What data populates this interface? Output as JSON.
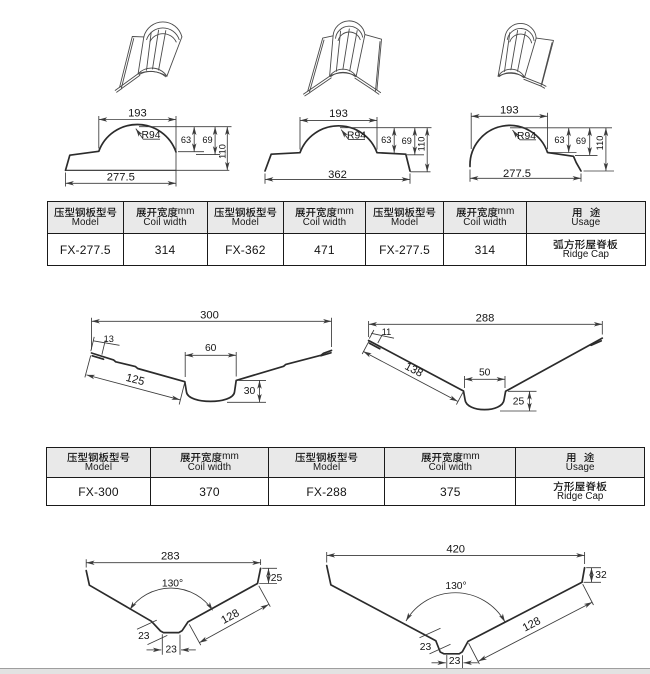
{
  "page": {
    "background": "#ffffff",
    "line_color": "#2b2b2b",
    "header_bg": "#e9e9e9",
    "band_color": "#e2e2e2"
  },
  "units": {
    "mm": "mm"
  },
  "figures": {
    "sketch1": "arc-ridge-cap-with-left-wing",
    "sketch2": "arc-ridge-cap-with-two-wings",
    "sketch3": "arc-ridge-cap-with-right-wing"
  },
  "profiles": {
    "arc_left_wing": {
      "top_width": "193",
      "radius": "R94",
      "crown_height": "63",
      "mid_height": "69",
      "total_height": "110",
      "overall_width": "277.5"
    },
    "arc_two_wings": {
      "top_width": "193",
      "radius": "R94",
      "crown_height": "63",
      "mid_height": "69",
      "total_height": "110",
      "overall_width": "362"
    },
    "arc_right_wing": {
      "top_width": "193",
      "radius": "R94",
      "crown_height": "63",
      "mid_height": "69",
      "total_height": "110",
      "overall_width": "277.5"
    },
    "valley_300": {
      "overall_width": "300",
      "lip": "13",
      "wing_length": "125",
      "channel_width": "60",
      "channel_depth": "30"
    },
    "valley_288": {
      "overall_width": "288",
      "lip": "11",
      "wing_length": "138",
      "channel_width": "50",
      "channel_depth": "25"
    },
    "vee_283": {
      "overall_width": "283",
      "angle": "130°",
      "edge_height": "25",
      "step": "23",
      "bottom_width": "23",
      "wing_length": "128"
    },
    "vee_420": {
      "overall_width": "420",
      "angle": "130°",
      "edge_height": "32",
      "step": "23",
      "bottom_width": "23",
      "wing_length": "128"
    }
  },
  "table1": {
    "columns": [
      {
        "zh": "压型钢板型号",
        "en": "Model"
      },
      {
        "zh": "展开宽度mm",
        "en": "Coil width"
      },
      {
        "zh": "压型钢板型号",
        "en": "Model"
      },
      {
        "zh": "展开宽度mm",
        "en": "Coil width"
      },
      {
        "zh": "压型钢板型号",
        "en": "Model"
      },
      {
        "zh": "展开宽度mm",
        "en": "Coil width"
      },
      {
        "zh": "用 途",
        "en": "Usage"
      }
    ],
    "row": {
      "model1": "FX-277.5",
      "coil1": "314",
      "model2": "FX-362",
      "coil2": "471",
      "model3": "FX-277.5",
      "coil3": "314",
      "usage_zh": "弧方形屋脊板",
      "usage_en": "Ridge Cap"
    }
  },
  "table2": {
    "columns": [
      {
        "zh": "压型钢板型号",
        "en": "Model"
      },
      {
        "zh": "展开宽度mm",
        "en": "Coil width"
      },
      {
        "zh": "压型钢板型号",
        "en": "Model"
      },
      {
        "zh": "展开宽度mm",
        "en": "Coil width"
      },
      {
        "zh": "用 途",
        "en": "Usage"
      }
    ],
    "row": {
      "model1": "FX-300",
      "coil1": "370",
      "model2": "FX-288",
      "coil2": "375",
      "usage_zh": "方形屋脊板",
      "usage_en": "Ridge Cap"
    }
  }
}
